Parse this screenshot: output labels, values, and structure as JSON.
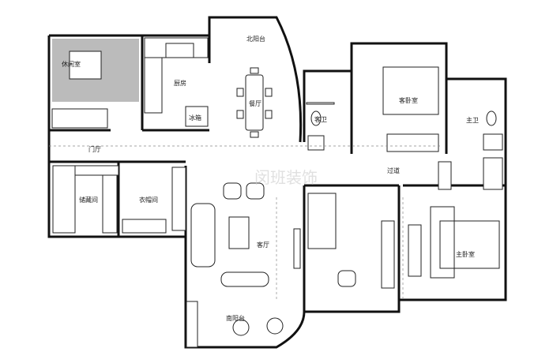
{
  "rooms": {
    "leisure": "休闲室",
    "kitchen": "厨房",
    "fridge": "冰箱",
    "north_balcony": "北阳台",
    "dining": "餐厅",
    "guest_bath": "客卫",
    "guest_bedroom": "客卧室",
    "master_bath": "主卫",
    "foyer": "门厅",
    "corridor": "过道",
    "storage": "储藏间",
    "cloakroom": "衣帽间",
    "living": "客厅",
    "master_bedroom": "主卧室",
    "south_balcony": "南阳台"
  },
  "watermark": "闵班装饰"
}
